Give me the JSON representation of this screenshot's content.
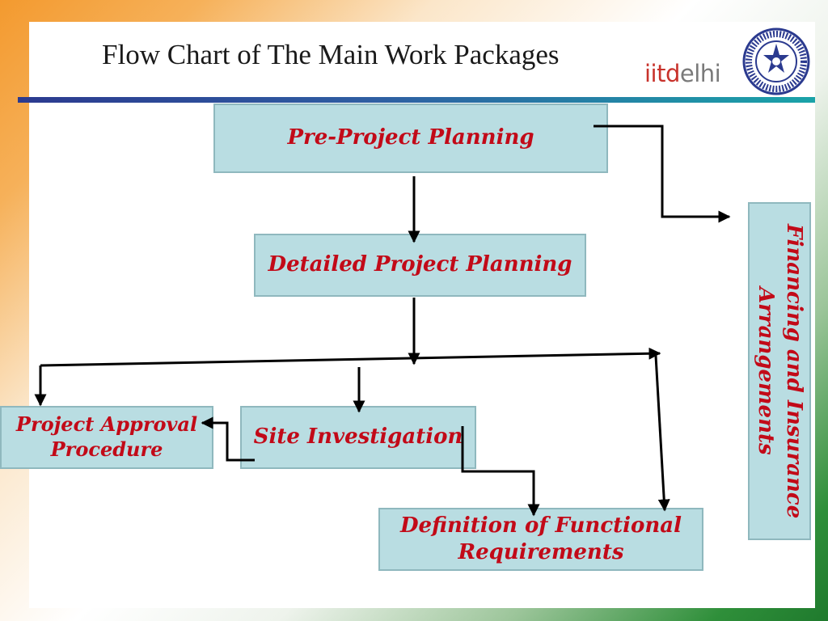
{
  "slide": {
    "title": "Flow Chart of The Main Work Packages",
    "logo": {
      "prefix": "iitd",
      "suffix": "elhi",
      "seal_icon": "iit-delhi-seal-icon"
    }
  },
  "diagram": {
    "boxes": {
      "pre_project": "Pre-Project Planning",
      "detailed": "Detailed Project Planning",
      "approval": {
        "line1": "Project Approval",
        "line2": "Procedure"
      },
      "site": "Site Investigation",
      "definition": {
        "line1": "Definition of Functional",
        "line2": "Requirements"
      },
      "financing": {
        "line1": "Financing and Insurance",
        "line2": "Arrangements"
      }
    },
    "colors": {
      "box_fill": "#b9dde2",
      "box_text": "#c20a18",
      "arrow": "#000000"
    }
  }
}
